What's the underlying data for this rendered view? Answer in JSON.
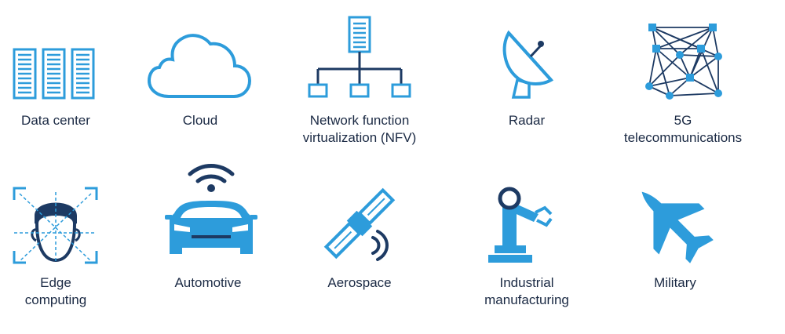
{
  "colors": {
    "primary": "#2d9cdb",
    "dark": "#1d3a63",
    "text": "#1b2a44"
  },
  "items": [
    {
      "icon": "data-center-icon",
      "label_lines": [
        "Data center"
      ]
    },
    {
      "icon": "cloud-icon",
      "label_lines": [
        "Cloud"
      ]
    },
    {
      "icon": "network-icon",
      "label_lines": [
        "Network function",
        "virtualization (NFV)"
      ]
    },
    {
      "icon": "radar-icon",
      "label_lines": [
        "Radar"
      ]
    },
    {
      "icon": "network-mesh-icon",
      "label_lines": [
        "5G",
        "telecommunications"
      ]
    },
    {
      "icon": "face-scan-icon",
      "label_lines": [
        "Edge",
        "computing"
      ]
    },
    {
      "icon": "car-icon",
      "label_lines": [
        "Automotive"
      ]
    },
    {
      "icon": "satellite-icon",
      "label_lines": [
        "Aerospace"
      ]
    },
    {
      "icon": "robot-arm-icon",
      "label_lines": [
        "Industrial",
        "manufacturing"
      ]
    },
    {
      "icon": "fighter-jet-icon",
      "label_lines": [
        "Military"
      ]
    }
  ]
}
